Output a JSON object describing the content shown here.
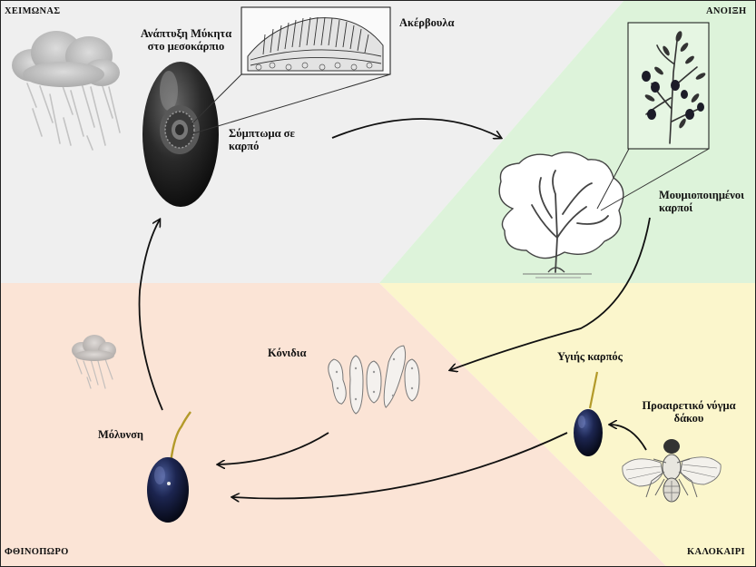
{
  "seasons": {
    "winter": "ΧΕΙΜΩΝΑΣ",
    "spring": "ΑΝΟΙΞΗ",
    "summer": "ΚΑΛΟΚΑΙΡΙ",
    "autumn": "ΦΘΙΝΟΠΩΡΟ"
  },
  "labels": {
    "fungus_line1": "Ανάπτυξη  Μύκητα",
    "fungus_line2": "στο μεσοκάρπιο",
    "acervuli": "Ακέρβουλα",
    "symptom_line1": "Σύμπτωμα σε",
    "symptom_line2": "καρπό",
    "mummified_line1": "Μουμιοποιημένοι",
    "mummified_line2": "καρποί",
    "conidia": "Κόνιδια",
    "healthy_fruit": "Υγιής καρπός",
    "fly_line1": "Προαιρετικό νύγμα",
    "fly_line2": "δάκου",
    "infection": "Μόλυνση"
  },
  "colors": {
    "winter_bg": "#efefef",
    "spring_bg": "#ddf3da",
    "summer_bg": "#fbf6cc",
    "autumn_bg": "#fbe4d6",
    "olive_black": "#141b3a",
    "arrow": "#111111"
  },
  "icons": [
    "rain-cloud-icon",
    "olive-fruit-icon",
    "olive-tree-icon",
    "olive-branch-icon",
    "conidia-icon",
    "olive-fly-icon",
    "tissue-section-icon"
  ]
}
